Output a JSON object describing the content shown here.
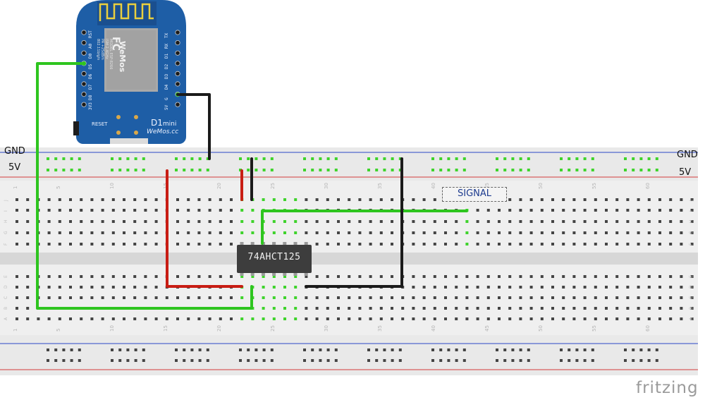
{
  "rails": {
    "top_gnd_left": "GND",
    "top_5v_left": "5V",
    "top_gnd_right": "GND",
    "top_5v_right": "5V"
  },
  "signal_label": "SIGNAL",
  "chip": {
    "label": "74AHCT125"
  },
  "board": {
    "name": "D1",
    "name_suffix": "mini",
    "site": "WeMos.cc",
    "reset_label": "RESET",
    "left_pins": [
      "RST",
      "A0",
      "D0",
      "D5",
      "D6",
      "D7",
      "D8",
      "3V3"
    ],
    "right_pins": [
      "TX",
      "RX",
      "D1",
      "D2",
      "D3",
      "D4",
      "G",
      "5V"
    ],
    "module_logo": "WeMos",
    "module_fc": "FC",
    "module_desc": "MODEL ESP-8266\nISM 2.4GHz\nPA +25dBm\n802.11b/g/n"
  },
  "breadboard": {
    "column_numbers": [
      "1",
      "5",
      "10",
      "15",
      "20",
      "25",
      "30",
      "35",
      "40",
      "45",
      "50",
      "55",
      "60"
    ],
    "row_letters_top": [
      "J",
      "I",
      "H",
      "G",
      "F"
    ],
    "row_letters_bottom": [
      "E",
      "D",
      "C",
      "B",
      "A"
    ]
  },
  "brand": "fritzing",
  "colors": {
    "wire_green": "#2ec51f",
    "wire_red": "#c81d14",
    "wire_black": "#1b1b1b",
    "board_blue": "#1e5ea6",
    "rail_blue": "#2c48c8",
    "rail_red": "#d23a3a",
    "hole_active": "#3fd32c",
    "chip_body": "#3d3d3d"
  }
}
